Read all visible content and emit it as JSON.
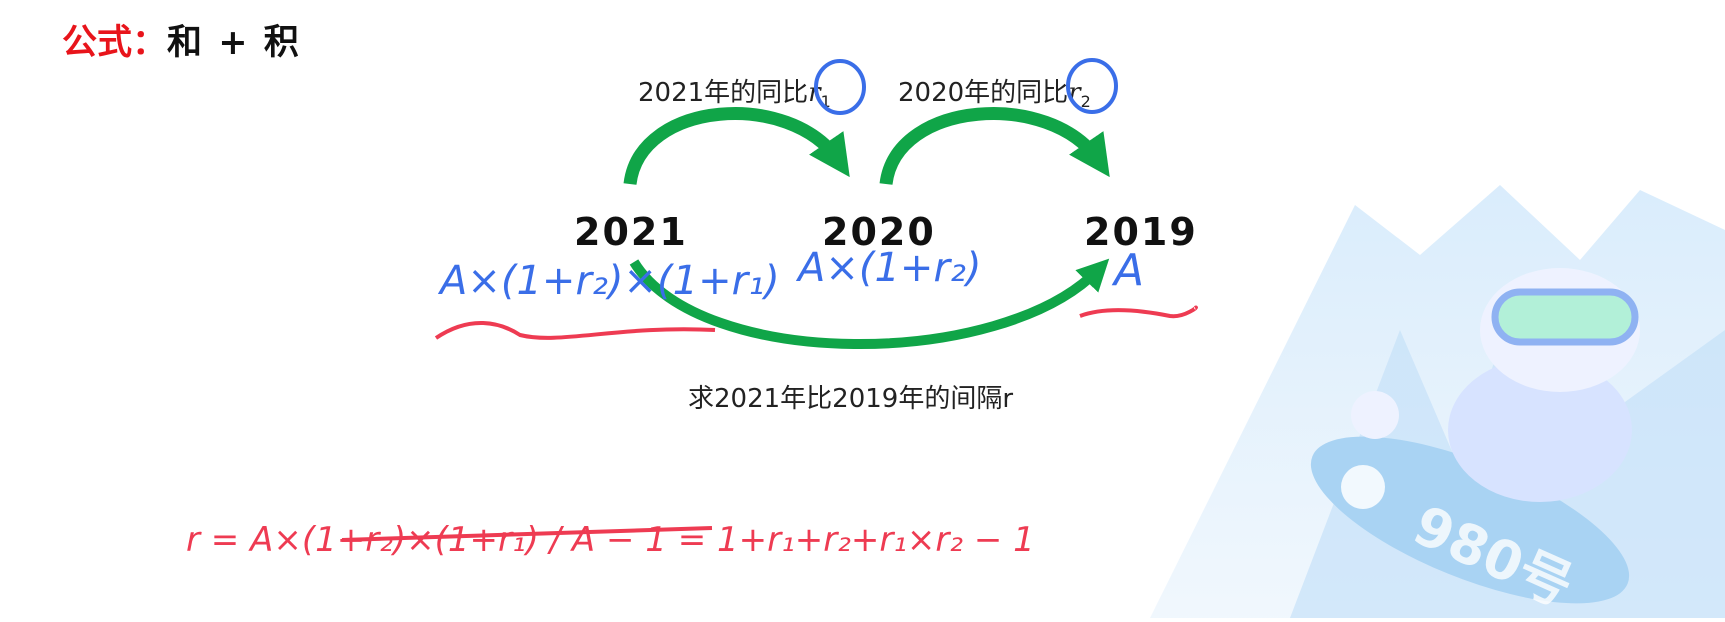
{
  "heading": {
    "label": "公式：",
    "text": "和 + 积"
  },
  "ratios": [
    {
      "text": "2021年的同比",
      "var": "r",
      "sub": "1"
    },
    {
      "text": "2020年的同比",
      "var": "r",
      "sub": "2"
    }
  ],
  "years": [
    "2021",
    "2020",
    "2019"
  ],
  "question": "求2021年比2019年的间隔r",
  "handwriting": {
    "value_2021": "A×(1+r₂)×(1+r₁)",
    "value_2020": "A×(1+r₂)",
    "value_2019": "A",
    "formula": "r = A×(1+r₂)×(1+r₁) / A − 1 = 1+r₁+r₂+r₁×r₂ − 1"
  },
  "colors": {
    "arrow": "#10a548",
    "ink_blue": "#3a6ee8",
    "ink_red": "#ee3b52",
    "title_red": "#e8141b"
  },
  "decoration": {
    "mascot_badge": "980号"
  }
}
